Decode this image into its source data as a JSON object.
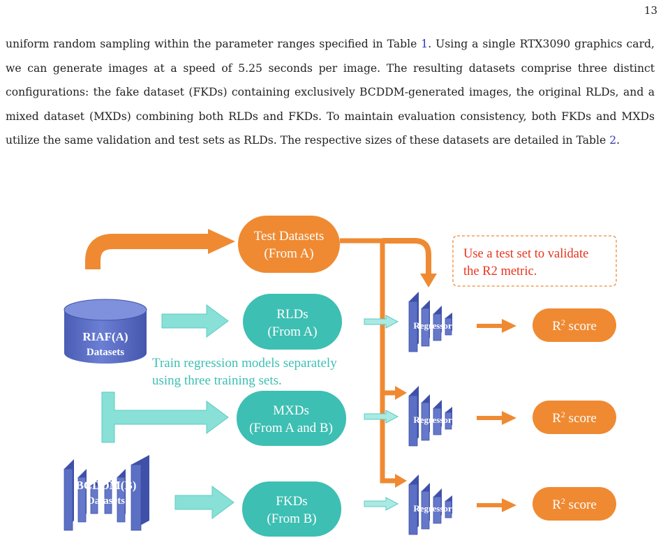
{
  "page_number": "13",
  "paragraph": {
    "seg1": "uniform random sampling within the parameter ranges specified in Table ",
    "ref1": "1",
    "seg2": ". Using a single RTX3090 graphics card, we can generate images at a speed of 5.25 seconds per image. The resulting datasets comprise three distinct configurations: the fake dataset (FKDs) containing exclusively BCDDM-generated images, the original RLDs, and a mixed dataset (MXDs) combining both RLDs and FKDs. To maintain evaluation consistency, both FKDs and MXDs utilize the same validation and test sets as RLDs. The respective sizes of these datasets are detailed in Table ",
    "ref2": "2",
    "seg3": "."
  },
  "diagram": {
    "colors": {
      "orange": "#ef8a32",
      "teal": "#3dbfb3",
      "light_teal": "#88e0d7",
      "blue": "#5b6fc4",
      "red_text": "#e8341c"
    },
    "test_box": {
      "line1": "Test Datasets",
      "line2": "(From A)"
    },
    "note": {
      "line1": "Use a test set to validate",
      "line2": "the R2 metric."
    },
    "riaf": {
      "line1": "RIAF(A)",
      "line2": "Datasets"
    },
    "bcddm": {
      "line1": "BCDDM(B)",
      "line2": "Datasets"
    },
    "train_note": {
      "line1": "Train regression models separately",
      "line2": "using three training sets."
    },
    "rlds": {
      "line1": "RLDs",
      "line2": "(From A)"
    },
    "mxds": {
      "line1": "MXDs",
      "line2": "(From A and B)"
    },
    "fkds": {
      "line1": "FKDs",
      "line2": "(From B)"
    },
    "regressor_label": "Regressor",
    "score": {
      "prefix": "R",
      "sup": "2",
      "suffix": " score"
    }
  }
}
